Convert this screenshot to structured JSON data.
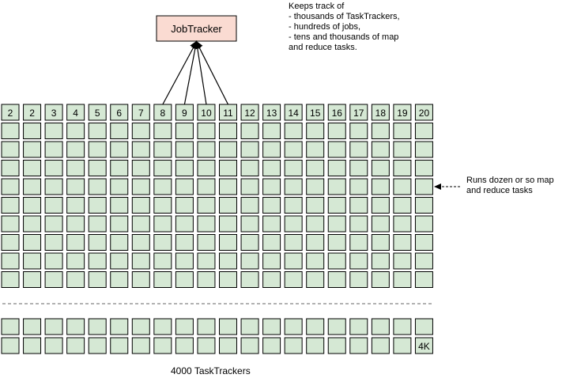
{
  "job_tracker": {
    "label": "JobTracker"
  },
  "top_note": {
    "lines": [
      "Keeps track of",
      "- thousands of TaskTrackers,",
      "- hundreds of jobs,",
      "- tens and thousands of map",
      "and reduce tasks."
    ]
  },
  "side_note": {
    "lines": [
      "Runs dozen or so map",
      "and reduce tasks"
    ]
  },
  "header_labels": [
    "2",
    "2",
    "3",
    "4",
    "5",
    "6",
    "7",
    "8",
    "9",
    "10",
    "11",
    "12",
    "13",
    "14",
    "15",
    "16",
    "17",
    "18",
    "19",
    "20"
  ],
  "last_cell_label": "4K",
  "footer_label": "4000 TaskTrackers",
  "grid": {
    "columns": 20,
    "upper_rows": 10,
    "lower_rows": 2
  },
  "arrow_targets_columns": [
    8,
    9,
    10,
    11
  ],
  "colors": {
    "job_tracker_fill": "#fadbd2",
    "cell_fill": "#d5e8d4",
    "stroke": "#000000",
    "separator": "#666666"
  }
}
